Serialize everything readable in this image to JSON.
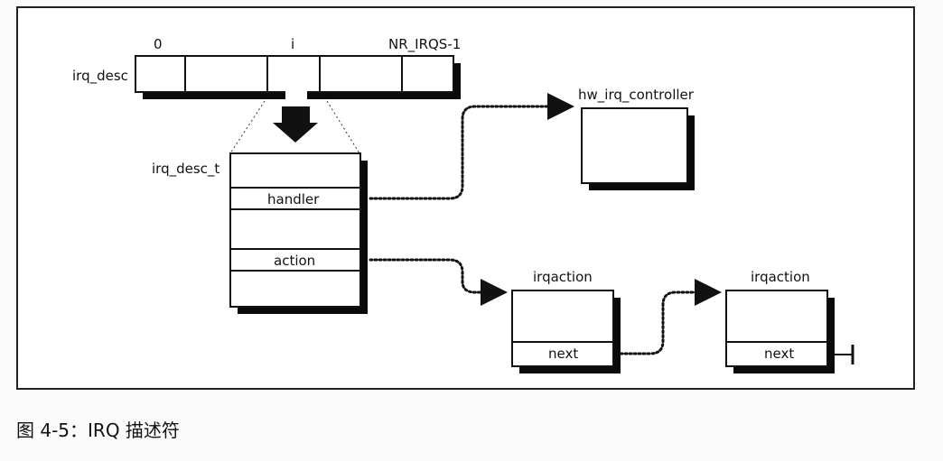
{
  "array": {
    "name": "irq_desc",
    "index_first": "0",
    "index_i": "i",
    "index_last": "NR_IRQS-1"
  },
  "descriptor": {
    "name": "irq_desc_t",
    "field_handler": "handler",
    "field_action": "action"
  },
  "controller": {
    "name": "hw_irq_controller"
  },
  "irqaction_1": {
    "name": "irqaction",
    "field_next": "next"
  },
  "irqaction_2": {
    "name": "irqaction",
    "field_next": "next"
  },
  "caption": "图 4-5：IRQ 描述符"
}
